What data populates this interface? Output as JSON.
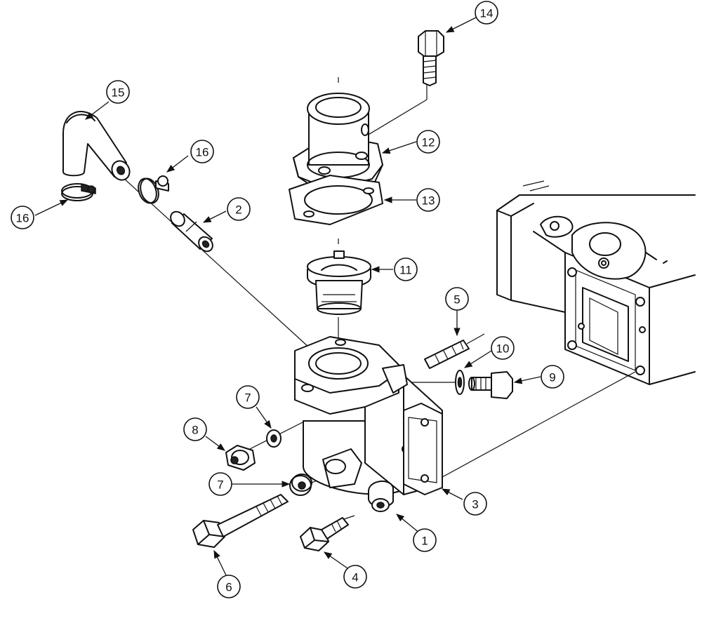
{
  "callouts": [
    {
      "id": "1",
      "label": "1"
    },
    {
      "id": "2",
      "label": "2"
    },
    {
      "id": "3",
      "label": "3"
    },
    {
      "id": "4",
      "label": "4"
    },
    {
      "id": "5",
      "label": "5"
    },
    {
      "id": "6",
      "label": "6"
    },
    {
      "id": "7a",
      "label": "7"
    },
    {
      "id": "7b",
      "label": "7"
    },
    {
      "id": "8",
      "label": "8"
    },
    {
      "id": "9",
      "label": "9"
    },
    {
      "id": "10",
      "label": "10"
    },
    {
      "id": "11",
      "label": "11"
    },
    {
      "id": "12",
      "label": "12"
    },
    {
      "id": "13",
      "label": "13"
    },
    {
      "id": "14",
      "label": "14"
    },
    {
      "id": "15",
      "label": "15"
    },
    {
      "id": "16a",
      "label": "16"
    },
    {
      "id": "16b",
      "label": "16"
    }
  ]
}
